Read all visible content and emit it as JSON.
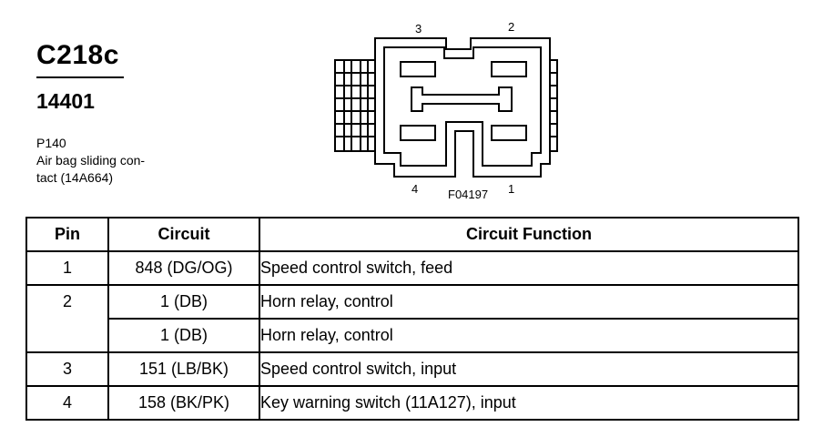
{
  "header": {
    "connector_id": "C218c",
    "part_number": "14401",
    "description_lines": [
      "P140",
      "Air bag sliding con-",
      "tact (14A664)"
    ]
  },
  "diagram": {
    "pin_labels": {
      "pin3": "3",
      "pin2": "2",
      "pin4": "4",
      "pin1": "1"
    },
    "figure_code": "F04197"
  },
  "table": {
    "headers": {
      "pin": "Pin",
      "circuit": "Circuit",
      "function": "Circuit Function"
    },
    "rows": [
      {
        "pin": "1",
        "circuit": "848 (DG/OG)",
        "function": "Speed control switch, feed"
      },
      {
        "pin": "2",
        "circuit": "1 (DB)",
        "function": "Horn relay, control"
      },
      {
        "pin": "",
        "circuit": "1 (DB)",
        "function": "Horn relay, control"
      },
      {
        "pin": "3",
        "circuit": "151 (LB/BK)",
        "function": "Speed control switch, input"
      },
      {
        "pin": "4",
        "circuit": "158 (BK/PK)",
        "function": "Key warning switch (11A127), input"
      }
    ]
  }
}
